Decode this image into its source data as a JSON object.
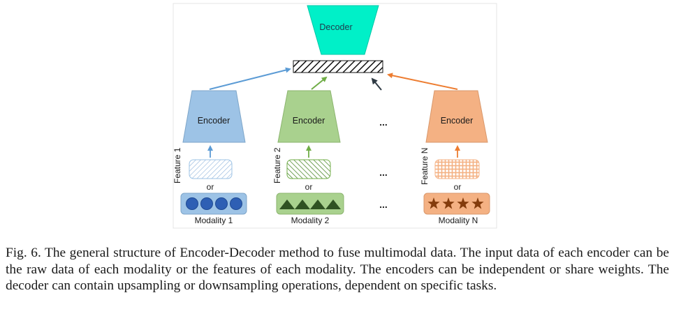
{
  "diagram": {
    "decoder_label": "Decoder",
    "encoders": [
      {
        "label": "Encoder",
        "feature_label": "Feature 1",
        "or_label": "or",
        "modality_label": "Modality 1",
        "color": "#9dc3e6",
        "stroke": "#7ea6c9",
        "arrow_color": "#5b9bd5",
        "shape": "circle"
      },
      {
        "label": "Encoder",
        "feature_label": "Feature 2",
        "or_label": "or",
        "modality_label": "Modality 2",
        "color": "#a9d18e",
        "stroke": "#8cb56f",
        "arrow_color": "#70ad47",
        "shape": "triangle"
      },
      {
        "label": "Encoder",
        "feature_label": "Feature N",
        "or_label": "or",
        "modality_label": "Modality N",
        "color": "#f4b183",
        "stroke": "#d9986c",
        "arrow_color": "#ed7d31",
        "shape": "star"
      }
    ],
    "ellipsis": "...",
    "decoder_color": "#00f0c8"
  },
  "caption": "Fig. 6.  The general structure of Encoder-Decoder method to fuse multimodal data. The input data of each encoder can be the raw data of each modality or the features of each modality. The encoders can be independent or share weights. The decoder can contain upsampling or downsampling operations, dependent on specific tasks."
}
